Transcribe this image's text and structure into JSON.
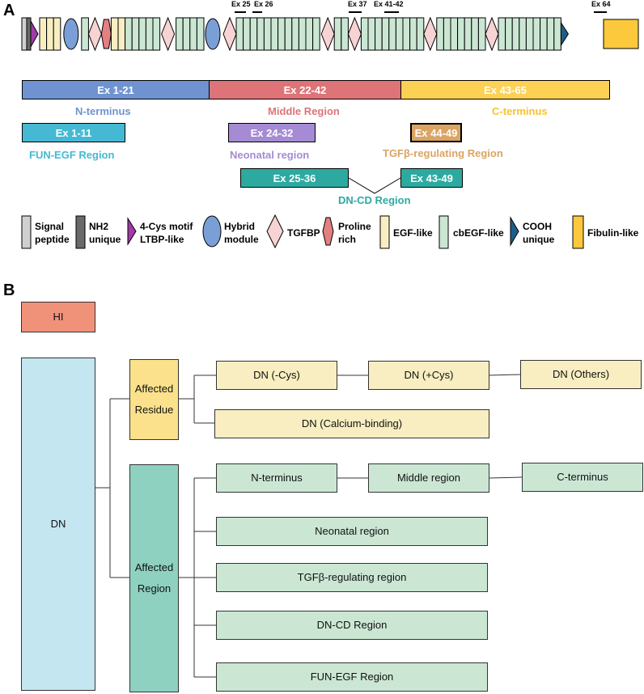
{
  "panel_a": {
    "letter": "A",
    "exon_labels": [
      "Ex 25",
      "Ex 26",
      "Ex 37",
      "Ex 41-42",
      "Ex 64"
    ],
    "bars": {
      "n_terminus": "Ex 1-21",
      "middle": "Ex 22-42",
      "c_terminus": "Ex 43-65",
      "fun_egf": "Ex 1-11",
      "neonatal": "Ex 24-32",
      "tgfb": "Ex 44-49",
      "dncd_left": "Ex 25-36",
      "dncd_right": "Ex 43-49"
    },
    "region_labels": {
      "n_terminus": "N-terminus",
      "middle": "Middle Region",
      "c_terminus": "C-terminus",
      "fun_egf": "FUN-EGF Region",
      "neonatal": "Neonatal region",
      "tgfb": "TGFβ-regulating Region",
      "dncd": "DN-CD Region"
    },
    "legend": {
      "signal_1": "Signal",
      "signal_2": "peptide",
      "nh2_1": "NH2",
      "nh2_2": "unique",
      "cys_1": "4-Cys motif",
      "cys_2": "LTBP-like",
      "hybrid_1": "Hybrid",
      "hybrid_2": "module",
      "tgfbp": "TGFBP",
      "proline_1": "Proline",
      "proline_2": "rich",
      "egf": "EGF-like",
      "cbegf": "cbEGF-like",
      "cooh_1": "COOH",
      "cooh_2": "unique",
      "fibulin": "Fibulin-like"
    },
    "colors": {
      "n_terminus": "#6f93d0",
      "middle": "#de7478",
      "c_terminus": "#fcd154",
      "fun_egf": "#45b9d3",
      "neonatal": "#a58bd3",
      "tgfb": "#dba463",
      "dncd": "#2daaa0",
      "egf": "#f8eec1",
      "cbegf": "#cbe7d4",
      "tgfbp": "#f8d3d3",
      "hybrid": "#7a9fd6",
      "proline": "#e47f82",
      "cys": "#a23aa8",
      "cooh": "#1d5e88",
      "fibulin": "#fbc93b",
      "signal": "#d0d0d0",
      "nh2": "#6a6a6a"
    }
  },
  "panel_b": {
    "letter": "B",
    "hi": "HI",
    "dn": "DN",
    "affected_residue_1": "Affected",
    "affected_residue_2": "Residue",
    "affected_region_1": "Affected",
    "affected_region_2": "Region",
    "residue_boxes": [
      "DN (-Cys)",
      "DN (+Cys)",
      "DN (Others)",
      "DN (Calcium-binding)"
    ],
    "region_boxes": [
      "N-terminus",
      "Middle region",
      "C-terminus",
      "Neonatal region",
      "TGFβ-regulating region",
      "DN-CD Region",
      "FUN-EGF Region"
    ],
    "colors": {
      "hi": "#f0917a",
      "dn": "#c4e6f0",
      "affected_residue": "#fbe18b",
      "affected_region": "#8fd1c0"
    }
  }
}
